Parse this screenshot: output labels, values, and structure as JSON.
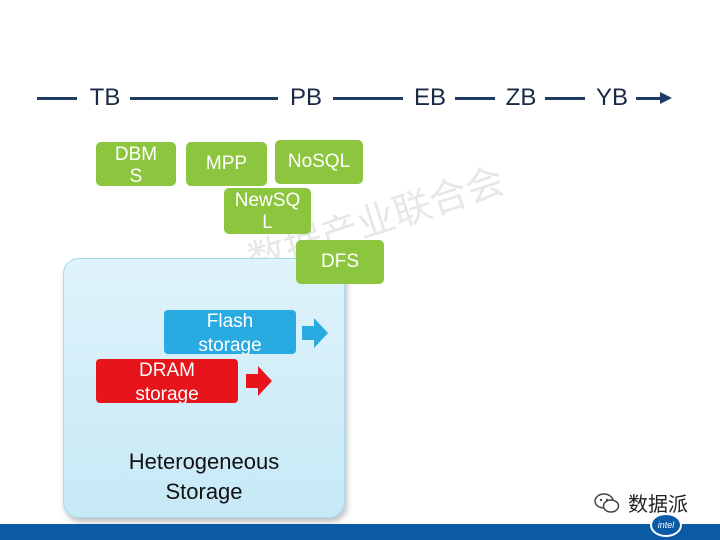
{
  "scale": {
    "labels": [
      "TB",
      "PB",
      "EB",
      "ZB",
      "YB"
    ]
  },
  "technologies": {
    "dbms": "DBM S",
    "mpp": "MPP",
    "nosql": "NoSQL",
    "newsql": "NewSQ L",
    "dfs": "DFS"
  },
  "storage": {
    "flash_label": "Flash storage",
    "dram_label": "DRAM storage",
    "caption_line1": "Heterogeneous",
    "caption_line2": "Storage",
    "colors": {
      "flash": "#29abe2",
      "dram": "#e8141b",
      "panel": "#d4eef8"
    }
  },
  "colors": {
    "tech_green": "#8cc63f",
    "axis": "#1f3b64",
    "footer": "#0b5aa6"
  },
  "watermark": "数据产业联合会",
  "footer": {
    "brand": "数据派",
    "brand_icon": "wechat-icon",
    "logo_text": "intel"
  }
}
